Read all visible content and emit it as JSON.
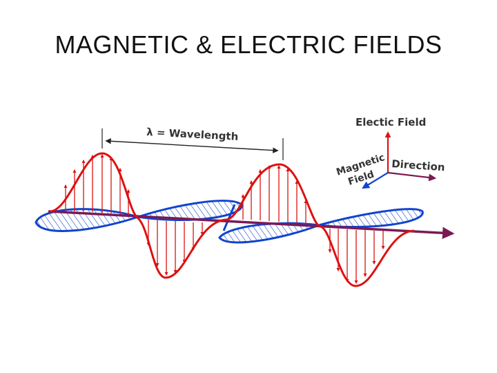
{
  "slide": {
    "title": "MAGNETIC  & ELECTRIC FIELDS"
  },
  "diagram": {
    "wavelength_label": "λ = Wavelength",
    "axes": {
      "electric_field_label": "Electic Field",
      "magnetic_label_line1": "Magnetic",
      "magnetic_label_line2": "Field",
      "direction_label": "Direction"
    },
    "colors": {
      "electric": "#dd1111",
      "magnetic": "#1144cc",
      "propagation": "#7a1a55",
      "text": "#333333"
    }
  }
}
